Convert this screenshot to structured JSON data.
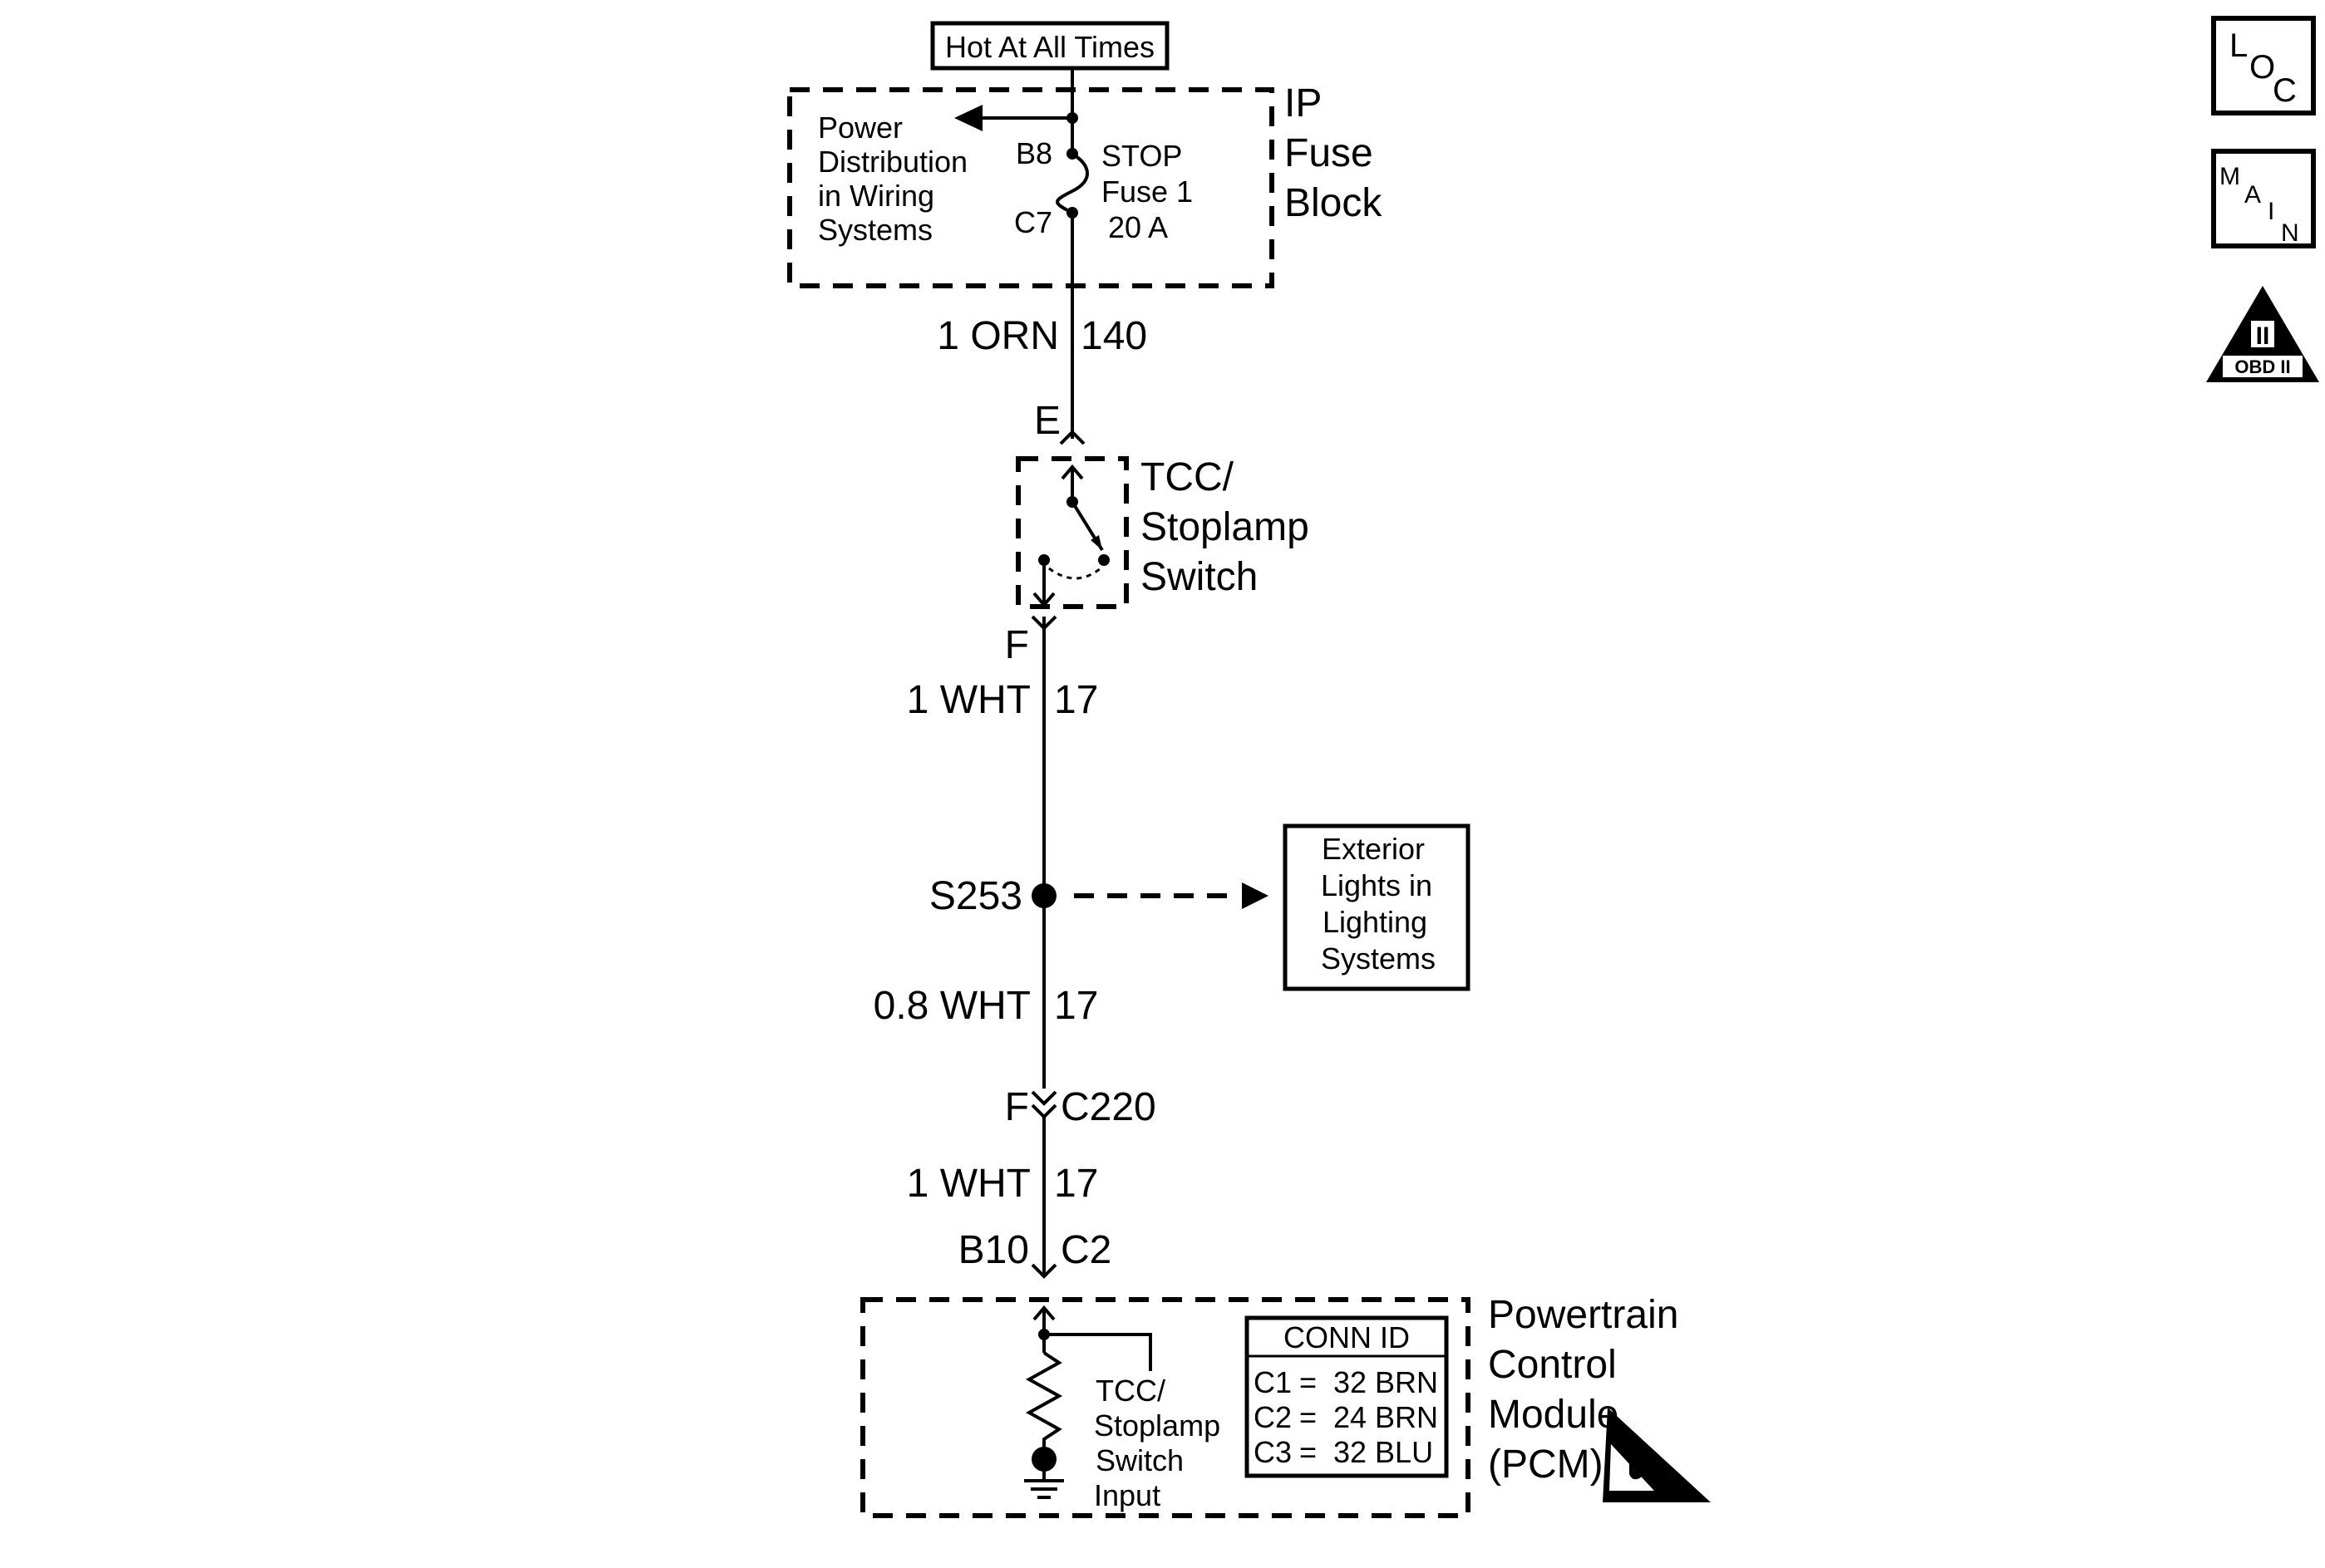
{
  "header": {
    "hot_label": "Hot At All Times"
  },
  "fuse_block": {
    "title": [
      "IP",
      "Fuse",
      "Block"
    ],
    "power_dist": [
      "Power",
      "Distribution",
      "in Wiring",
      "Systems"
    ],
    "pin_top": "B8",
    "pin_bottom": "C7",
    "fuse_name": [
      "STOP",
      "Fuse 1",
      "20 A"
    ]
  },
  "wires": {
    "w1_gauge": "1 ORN",
    "w1_circuit": "140",
    "w2_gauge": "1 WHT",
    "w2_circuit": "17",
    "w3_gauge": "0.8 WHT",
    "w3_circuit": "17",
    "w4_gauge": "1 WHT",
    "w4_circuit": "17"
  },
  "switch": {
    "pin_in": "E",
    "pin_out": "F",
    "title": [
      "TCC/",
      "Stoplamp",
      "Switch"
    ]
  },
  "splice": {
    "label": "S253",
    "ext_lights": [
      "Exterior",
      "Lights in",
      "Lighting",
      "Systems"
    ]
  },
  "connector_c220": {
    "pin": "F",
    "name": "C220"
  },
  "pcm_pin": {
    "pin": "B10",
    "connector": "C2"
  },
  "pcm": {
    "title": [
      "Powertrain",
      "Control",
      "Module",
      "(PCM)"
    ],
    "input_label": [
      "TCC/",
      "Stoplamp",
      "Switch",
      "Input"
    ],
    "conn_id_header": "CONN ID",
    "conn_ids": [
      {
        "id": "C1",
        "eq": "=",
        "value": "32 BRN"
      },
      {
        "id": "C2",
        "eq": "=",
        "value": "24 BRN"
      },
      {
        "id": "C3",
        "eq": "=",
        "value": "32 BLU"
      }
    ]
  },
  "side_icons": {
    "loc": [
      "L",
      "O",
      "C"
    ],
    "main": [
      "M",
      "A",
      "I",
      "N"
    ],
    "obd_roman": "II",
    "obd_text": "OBD II"
  }
}
